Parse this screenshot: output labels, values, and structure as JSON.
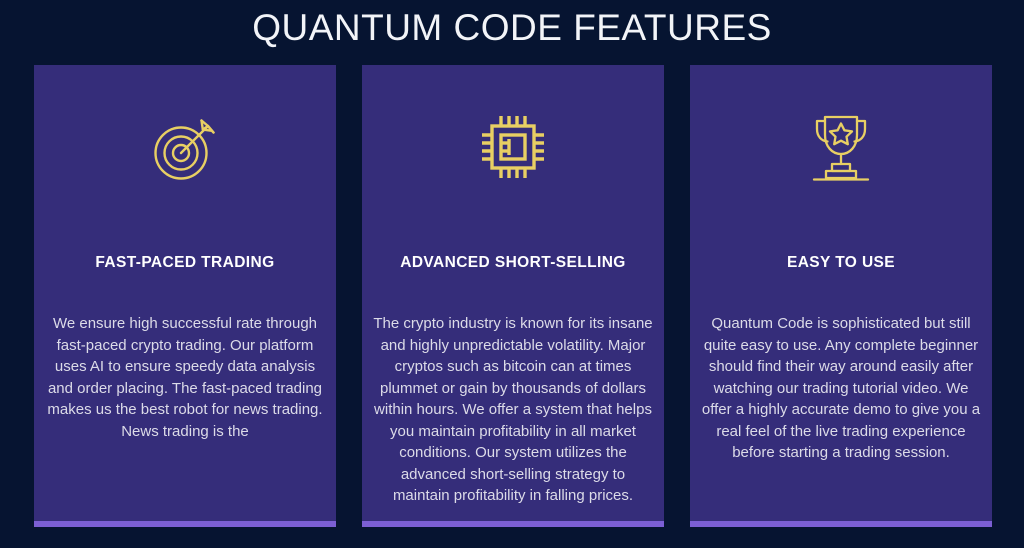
{
  "page": {
    "background_color": "#061431",
    "title": "QUANTUM CODE FEATURES",
    "title_color": "#f2f4f8"
  },
  "theme": {
    "card_background": "#352d7a",
    "card_accent": "#7b5fd4",
    "icon_color": "#e8cf63",
    "body_text_color": "#dcdbe8",
    "heading_text_color": "#ffffff"
  },
  "cards": [
    {
      "icon": "target-arrow-icon",
      "title": "FAST-PACED TRADING",
      "body": "We ensure high successful rate through fast-paced crypto trading. Our platform uses AI to ensure speedy data analysis and order placing. The fast-paced trading makes us the best robot for news trading. News trading is the"
    },
    {
      "icon": "microchip-icon",
      "title": "ADVANCED SHORT-SELLING",
      "body": "The crypto industry is known for its insane and highly unpredictable volatility. Major cryptos such as bitcoin can at times plummet or gain by thousands of dollars within hours. We offer a system that helps you maintain profitability in all market conditions. Our system utilizes the advanced short-selling strategy to maintain profitability in falling prices."
    },
    {
      "icon": "trophy-icon",
      "title": "EASY TO USE",
      "body": "Quantum Code is sophisticated but still quite easy to use. Any complete beginner should find their way around easily after watching our trading tutorial video. We offer a highly accurate demo to give you a real feel of the live trading experience before starting a trading session."
    }
  ]
}
